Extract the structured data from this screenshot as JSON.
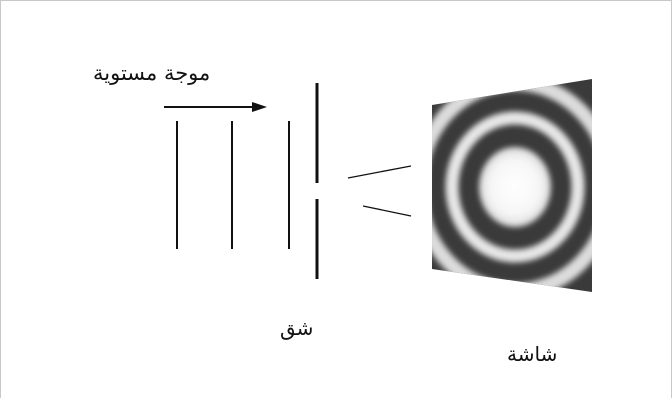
{
  "labels": {
    "plane_wave": "موجة مستوية",
    "slit": "شق",
    "screen": "شاشة"
  },
  "colors": {
    "ink": "#111111",
    "screen_dark": "#3a3a3a",
    "ring_light": "#e6e6e6"
  }
}
